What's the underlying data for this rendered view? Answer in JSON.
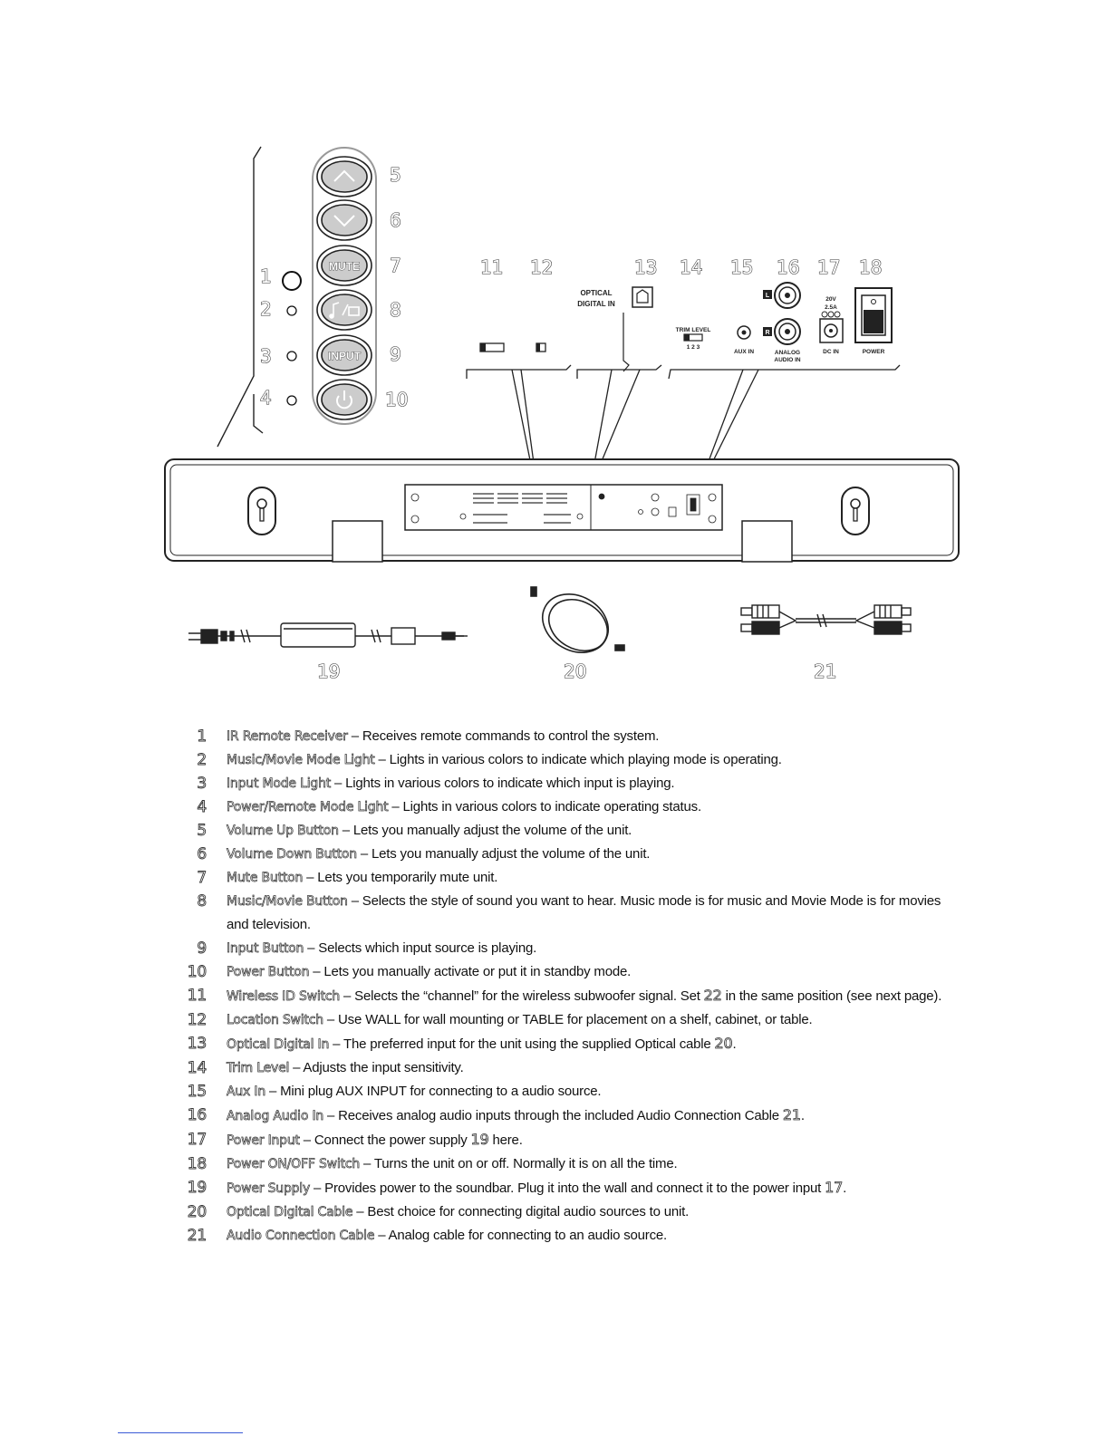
{
  "diagram": {
    "callouts": [
      "1",
      "2",
      "3",
      "4",
      "5",
      "6",
      "7",
      "8",
      "9",
      "10",
      "11",
      "12",
      "13",
      "14",
      "15",
      "16",
      "17",
      "18",
      "19",
      "20",
      "21"
    ],
    "button_labels": {
      "mute": "MUTE",
      "input": "INPUT"
    },
    "panel_labels": {
      "optical_line1": "OPTICAL",
      "optical_line2": "DIGITAL IN",
      "trim_level": "TRIM LEVEL",
      "trim_positions": "1 2 3",
      "aux_in": "AUX IN",
      "analog_line1": "ANALOG",
      "analog_line2": "AUDIO IN",
      "left": "L",
      "right": "R",
      "dc_rating_1": "20V",
      "dc_rating_2": "2.5A",
      "dc_in": "DC IN",
      "power": "POWER"
    }
  },
  "legend": [
    {
      "num": "1",
      "term": "IR Remote Receiver",
      "text": " – Receives remote commands to control the system."
    },
    {
      "num": "2",
      "term": "Music/Movie Mode Light",
      "text": " – Lights in various colors to indicate which playing mode is operating."
    },
    {
      "num": "3",
      "term": "Input Mode Light",
      "text": " – Lights in various colors to indicate which input is playing."
    },
    {
      "num": "4",
      "term": "Power/Remote Mode Light",
      "text": " – Lights in various colors to indicate operating status."
    },
    {
      "num": "5",
      "term": "Volume Up Button",
      "text": " – Lets you manually adjust the volume of the unit."
    },
    {
      "num": "6",
      "term": "Volume Down Button",
      "text": " – Lets you manually adjust the volume of the unit."
    },
    {
      "num": "7",
      "term": "Mute Button",
      "text": " – Lets you temporarily mute unit."
    },
    {
      "num": "8",
      "term": "Music/Movie Button",
      "text": " – Selects the style of sound you want to hear. Music mode is for music and Movie Mode is for movies and television."
    },
    {
      "num": "9",
      "term": "Input Button",
      "text": " – Selects which input source is playing."
    },
    {
      "num": "10",
      "term": "Power Button",
      "text": " – Lets you manually activate or put it in standby mode."
    },
    {
      "num": "11",
      "term": "Wireless ID Switch",
      "text": " – Selects the “channel” for the wireless subwoofer signal. Set ",
      "ref": "22",
      "text2": " in the same position (see next page)."
    },
    {
      "num": "12",
      "term": "Location Switch",
      "text": " – Use WALL for wall mounting or TABLE for placement on a shelf, cabinet, or table."
    },
    {
      "num": "13",
      "term": "Optical Digital In",
      "text": " – The preferred input for the unit using the supplied Optical cable ",
      "ref": "20",
      "text2": "."
    },
    {
      "num": "14",
      "term": "Trim Level",
      "text": " – Adjusts the input sensitivity."
    },
    {
      "num": "15",
      "term": "Aux In",
      "text": " – Mini plug AUX INPUT for connecting to a audio source."
    },
    {
      "num": "16",
      "term": "Analog Audio In",
      "text": " – Receives analog audio inputs through the included Audio Connection Cable ",
      "ref": "21",
      "text2": "."
    },
    {
      "num": "17",
      "term": "Power Input",
      "text": " – Connect the power supply ",
      "ref": "19",
      "text2": " here."
    },
    {
      "num": "18",
      "term": "Power ON/OFF Switch",
      "text": " – Turns the unit on or off. Normally it is on all the time."
    },
    {
      "num": "19",
      "term": "Power Supply",
      "text": " – Provides power to the soundbar. Plug it into the wall and connect it to the power input ",
      "ref": "17",
      "text2": "."
    },
    {
      "num": "20",
      "term": "Optical Digital Cable",
      "text": " – Best choice for connecting digital audio sources to unit."
    },
    {
      "num": "21",
      "term": "Audio Connection Cable",
      "text": " – Analog cable for connecting to an audio source."
    }
  ]
}
